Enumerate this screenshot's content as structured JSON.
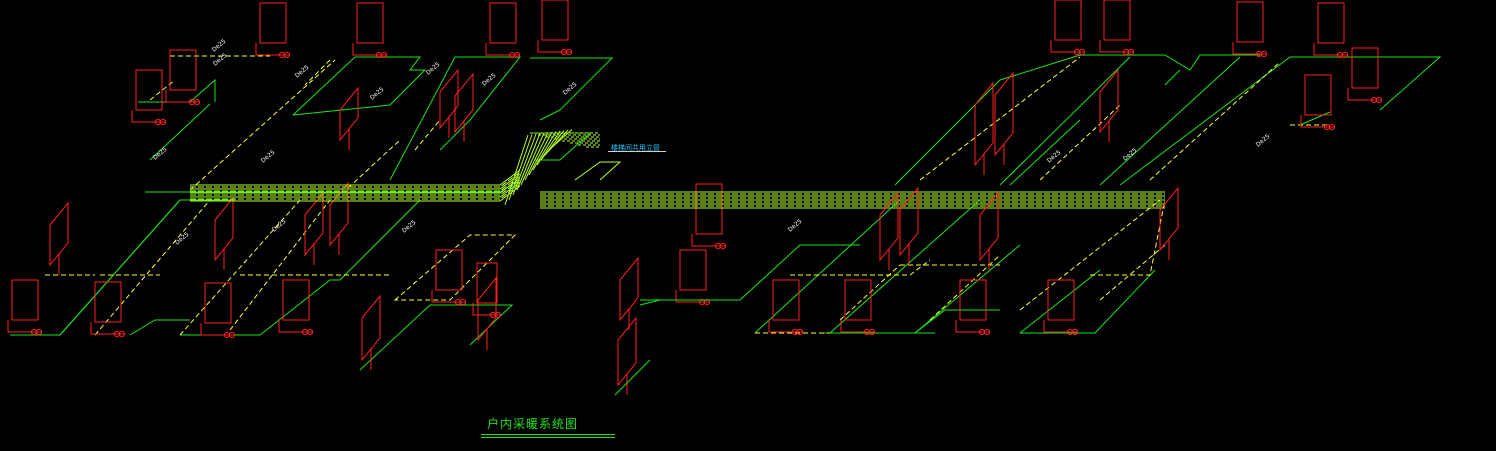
{
  "drawing": {
    "caption": "户内采暖系统图",
    "callout": "楼梯间共用立管",
    "pipe_labels": [
      "De25",
      "De25",
      "De25",
      "De25",
      "De25",
      "De25",
      "De25",
      "De25",
      "De25",
      "De25",
      "De25",
      "De25",
      "De25",
      "De25",
      "De25",
      "De25"
    ],
    "colors": {
      "background": "#000000",
      "supply_pipe": "#19e619",
      "return_pipe": "#ffff33",
      "radiator": "#ff2020",
      "stair_band": "#b5ff2a",
      "callout_text": "#1ec8ff"
    }
  }
}
